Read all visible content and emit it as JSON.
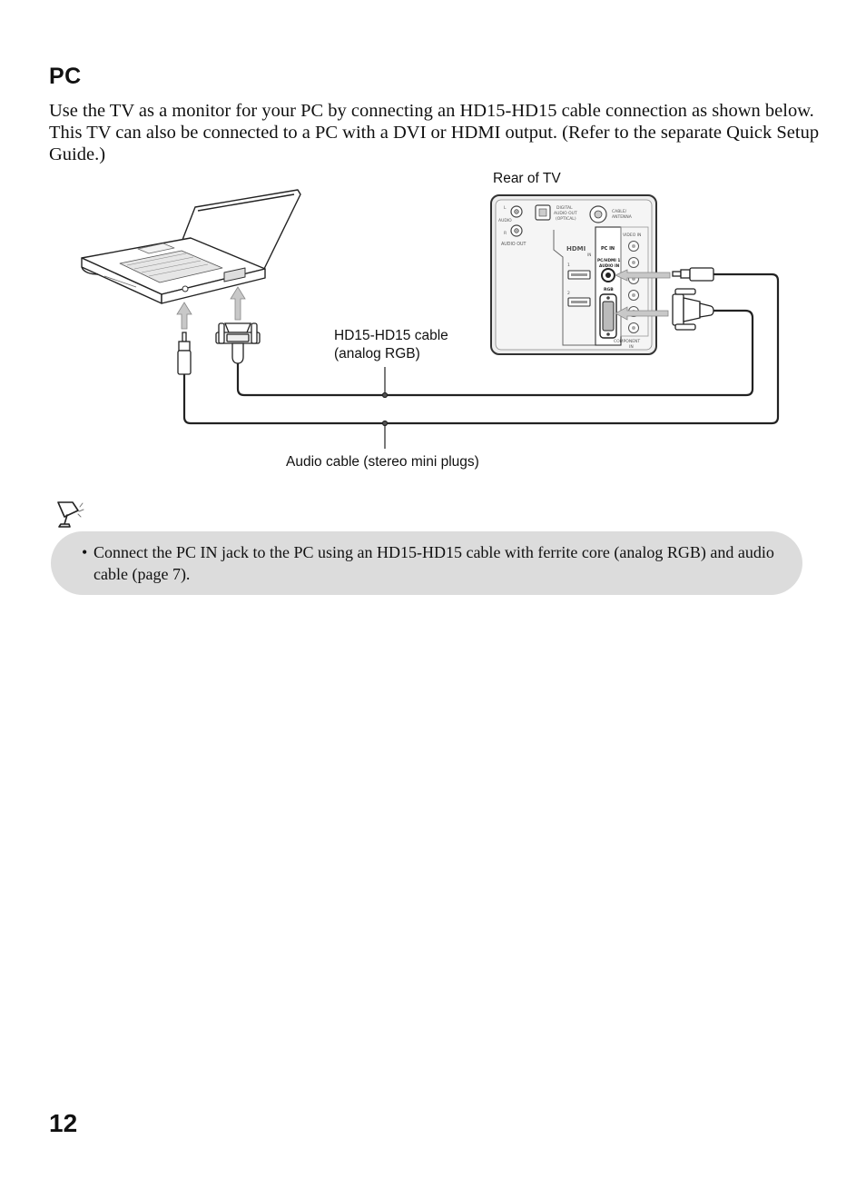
{
  "section": {
    "heading": "PC",
    "intro": "Use the TV as a monitor for your PC by connecting an HD15-HD15 cable connection as shown below. This TV can also be connected to a PC with a DVI or HDMI output. (Refer to the separate Quick Setup Guide.)"
  },
  "diagram": {
    "rear_label": "Rear of TV",
    "rgb_cable_line1": "HD15-HD15 cable",
    "rgb_cable_line2": "(analog RGB)",
    "audio_cable_label": "Audio cable (stereo mini plugs)",
    "panel": {
      "audio": "AUDIO",
      "l": "L",
      "r": "R",
      "audio_out": "AUDIO OUT",
      "digital1": "DIGITAL",
      "digital2": "AUDIO OUT",
      "digital3": "(OPTICAL)",
      "cable1": "CABLE/",
      "cable2": "ANTENNA",
      "hdmi": "HDMI",
      "in": "IN",
      "hdmi1": "1",
      "hdmi2": "2",
      "pc_in": "PC IN",
      "pc_audio1": "PC/HDMI 1",
      "pc_audio2": "AUDIO IN",
      "rgb": "RGB",
      "video_in": "VIDEO IN",
      "component1": "COMPONENT",
      "component2": "IN"
    }
  },
  "note": {
    "bullet": "•",
    "text": "Connect the PC IN jack to the PC using an HD15-HD15 cable with ferrite core (analog RGB) and audio cable (page 7)."
  },
  "page_number": "12"
}
